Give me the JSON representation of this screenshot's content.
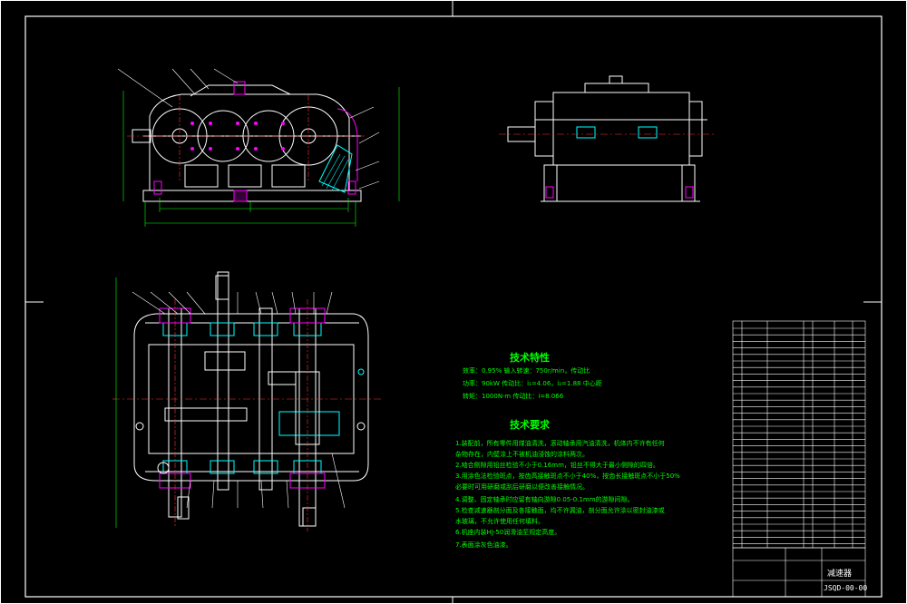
{
  "tech_features": {
    "heading": "技术特性",
    "lines": [
      "效率：0.95%  输入转速：750r/min，传动比",
      "功率：90kW  传动比：i₁=4.06，i₂=1.88  中心距",
      "转矩：1000N·m  传动比：i=8.066"
    ]
  },
  "tech_requirements": {
    "heading": "技术要求",
    "lines": [
      "1.装配前，所有零件用煤油清洗，滚动轴承用汽油清洗，机体内不许有任何",
      "杂物存在，内壁涂上不被机油浸蚀的涂料两次。",
      "2.啮合侧隙用铅丝检验不小于0.16mm，铅丝不得大于最小侧隙的四倍。",
      "3.用涂色法检验斑点，按齿高接触斑点不小于40%，按齿长接触斑点不小于50%",
      "必要时可用研磨或刮后研磨以便改善接触情况。",
      "4.调整、固定轴承时应留有轴向游隙0.05-0.1mm的游隙间隙。",
      "5.检查减速器剖分面及各接触面，均不许漏油，剖分面允许涂以密封油漆或",
      "水玻璃，不允许使用任何填料。",
      "6.机座内装HJ-50润滑油至规定高度。",
      "7.表面涂灰色油漆。"
    ]
  },
  "title_block": {
    "drawing_number": "JSQD-00-00",
    "drawing_name": "减速器"
  },
  "colors": {
    "background": "#000000",
    "outline": "#ffffff",
    "hidden": "#ff00ff",
    "hatch": "#00ffff",
    "dim": "#00ff00",
    "center": "#ff3333",
    "cyan": "#00ffff",
    "yellow": "#ffff00"
  }
}
